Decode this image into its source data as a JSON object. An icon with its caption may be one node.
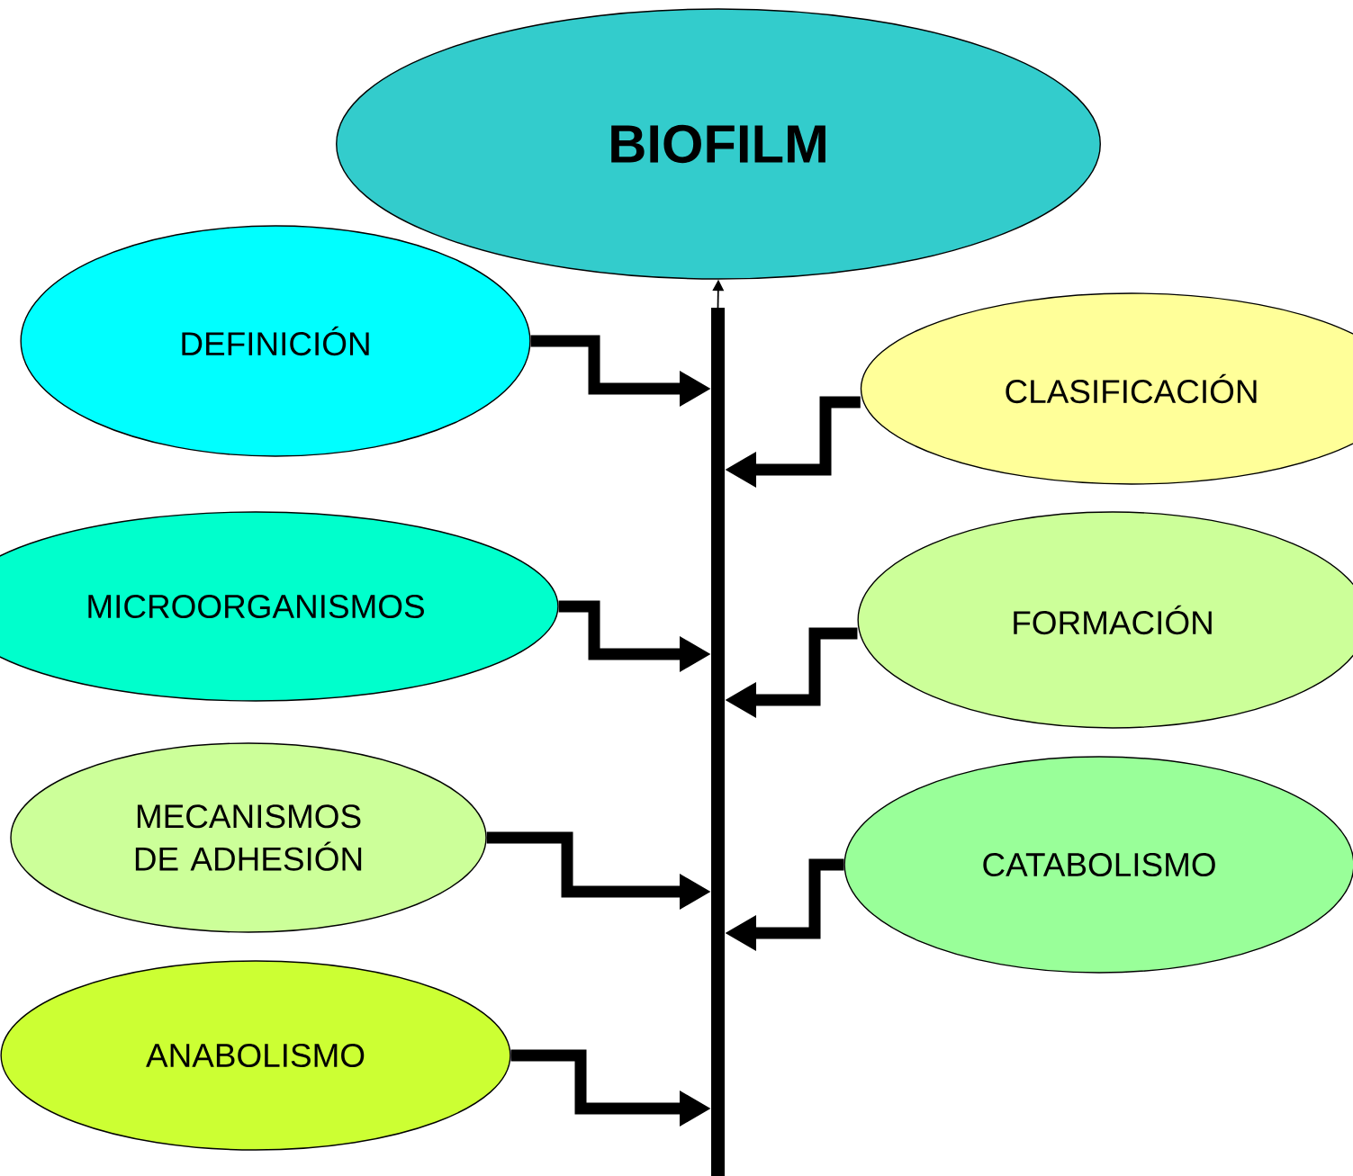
{
  "diagram": {
    "nodes": [
      {
        "text": [
          "BIOFILM"
        ]
      },
      {
        "text": [],
        "shape": "bar"
      },
      {
        "text": [
          "DEFINICIÓN"
        ]
      },
      {
        "text": [
          "CLASIFICACIÓN"
        ]
      },
      {
        "text": [
          "MICROORGANISMOS"
        ]
      },
      {
        "text": [
          "FORMACIÓN"
        ]
      },
      {
        "text": [
          "MECANISMOS DE ADHESIÓN"
        ]
      },
      {
        "text": [
          "CATABOLISMO"
        ]
      },
      {
        "text": [
          "ANABOLISMO"
        ]
      }
    ],
    "edges": [
      {
        "from": 1,
        "to": 0,
        "arrow": "to"
      },
      {
        "from": 2,
        "to": 1,
        "arrow": "to"
      },
      {
        "from": 3,
        "to": 1,
        "arrow": "to"
      },
      {
        "from": 4,
        "to": 1,
        "arrow": "to"
      },
      {
        "from": 5,
        "to": 1,
        "arrow": "to"
      },
      {
        "from": 6,
        "to": 1,
        "arrow": "to"
      },
      {
        "from": 7,
        "to": 1,
        "arrow": "to"
      },
      {
        "from": 8,
        "to": 1,
        "arrow": "to"
      }
    ]
  }
}
